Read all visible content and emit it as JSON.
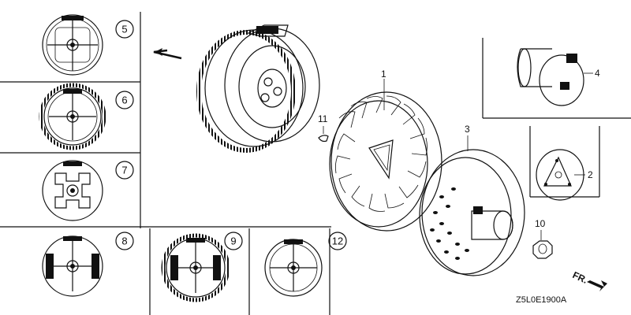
{
  "grid": {
    "variants": [
      {
        "id": "5"
      },
      {
        "id": "6"
      },
      {
        "id": "7"
      },
      {
        "id": "8"
      },
      {
        "id": "9"
      },
      {
        "id": "12"
      }
    ]
  },
  "callouts": {
    "c1": "1",
    "c2": "2",
    "c3": "3",
    "c4": "4",
    "c10": "10",
    "c11": "11"
  },
  "footer": {
    "drawing_code": "Z5L0E1900A",
    "direction": "FR."
  }
}
